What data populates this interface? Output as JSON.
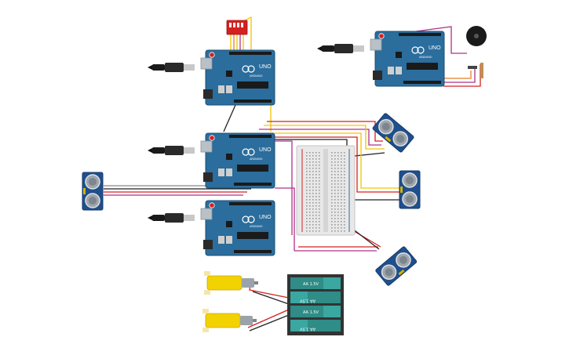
{
  "board": {
    "model_label": "UNO",
    "brand_label": "ARDUINO"
  },
  "batteries": [
    {
      "label": "AA 1.5V"
    },
    {
      "label": "AA 1.5V"
    },
    {
      "label": "AA 1.5V"
    },
    {
      "label": "AA 1.5V"
    }
  ],
  "colors": {
    "board": "#2b6d9c",
    "sensor": "#1f4f8c",
    "wire_yellow": "#f5c400",
    "wire_red": "#d32020",
    "wire_black": "#222222",
    "wire_purple": "#b0308a",
    "wire_orange": "#e67e22",
    "breadboard": "#e8e8e8",
    "motor": "#f2d200",
    "battery_holder": "#333333",
    "battery_cell": "#3aa7a0"
  },
  "components": {
    "arduino_boards": 4,
    "usb_cables": 4,
    "ultrasonic_sensors": 4,
    "motors": 2,
    "battery_cells": 4,
    "dip_switch": 1,
    "piezo_buzzer": 1
  }
}
